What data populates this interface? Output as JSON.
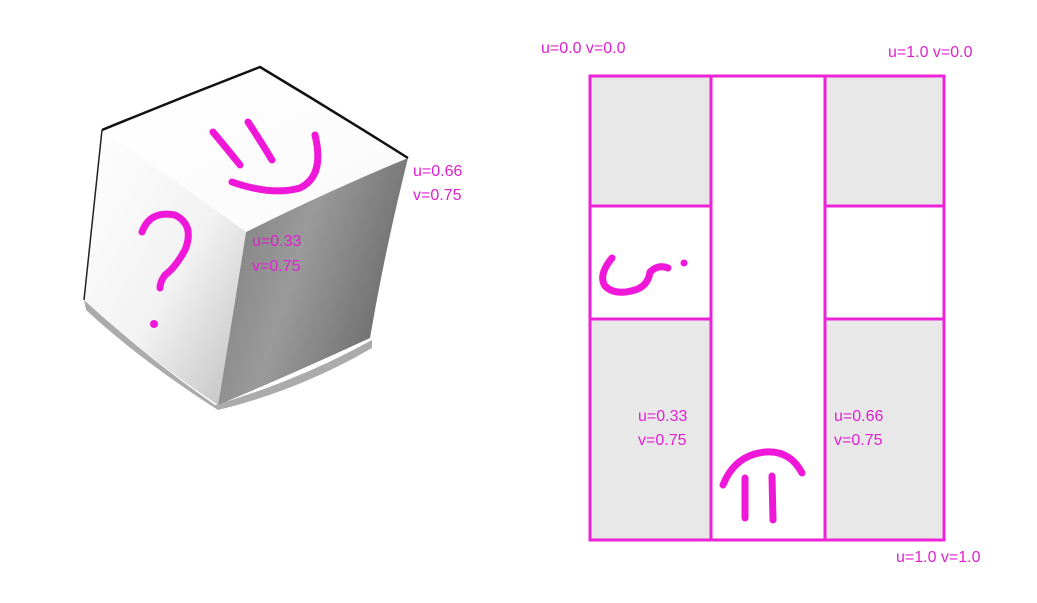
{
  "colors": {
    "accent": "#ee22d8",
    "shaded_cell": "#e8e8e8",
    "background": "#ffffff"
  },
  "cube": {
    "front_face_mark": "question-mark drawing",
    "top_face_mark": "smiley drawing",
    "labels": {
      "right_corner_u": "u=0.66",
      "right_corner_v": "v=0.75",
      "center_corner_u": "u=0.33",
      "center_corner_v": "v=0.75"
    }
  },
  "uv_map": {
    "corners": {
      "top_left": "u=0.0 v=0.0",
      "top_right": "u=1.0 v=0.0",
      "bottom_right": "u=1.0 v=1.0"
    },
    "inner_labels": {
      "left_u": "u=0.33",
      "left_v": "v=0.75",
      "right_u": "u=0.66",
      "right_v": "v=0.75"
    },
    "grid": {
      "columns": 3,
      "rows": 3,
      "shaded_cells": [
        "top-left",
        "top-right",
        "bottom-left",
        "bottom-right"
      ]
    }
  }
}
